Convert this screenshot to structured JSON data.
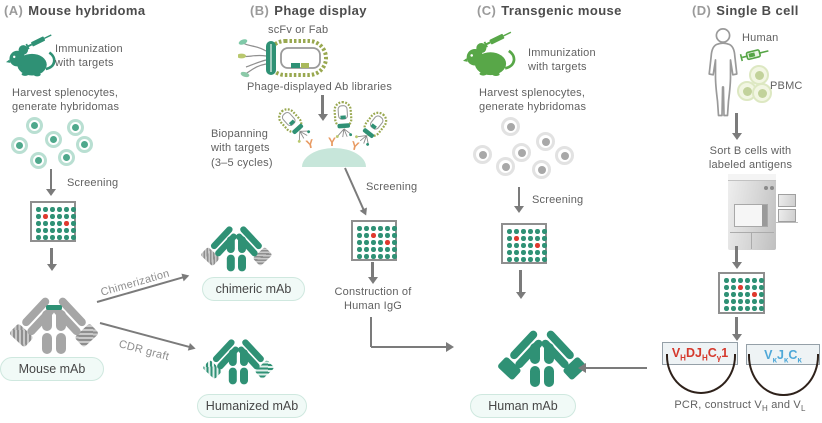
{
  "palette": {
    "teal": "#2f9175",
    "green_mouse": "#58a748",
    "arrow_gray": "#7b7b7b",
    "red_well": "#e0392e",
    "box_red_text": "#d5382c",
    "box_blue_text": "#4fa8d8",
    "pill_bg": "#f1faf7",
    "pill_border": "#cfe8df",
    "olive": "#99a850",
    "dome": "#c7e6da",
    "title_text": "#4c4c4c",
    "body_text": "#616161"
  },
  "a": {
    "prefix": "(A)",
    "title": "Mouse hybridoma",
    "immunization_l1": "Immunization",
    "immunization_l2": "with targets",
    "harvest_l1": "Harvest splenocytes,",
    "harvest_l2": "generate hybridomas",
    "screening": "Screening",
    "chimerization_label": "Chimerization",
    "cdr_graft_label": "CDR graft",
    "result": "Mouse mAb"
  },
  "b": {
    "prefix": "(B)",
    "title": "Phage display",
    "scfv": "scFv or Fab",
    "libraries": "Phage-displayed Ab libraries",
    "biopanning_l1": "Biopanning",
    "biopanning_l2": "with targets",
    "biopanning_l3": "(3–5 cycles)",
    "screening": "Screening",
    "antigen_glyph": "Y",
    "construction_l1": "Construction of",
    "construction_l2": "Human IgG",
    "chimeric": "chimeric mAb",
    "humanized": "Humanized mAb"
  },
  "c": {
    "prefix": "(C)",
    "title": "Transgenic mouse",
    "immunization_l1": "Immunization",
    "immunization_l2": "with targets",
    "harvest_l1": "Harvest splenocytes,",
    "harvest_l2": "generate hybridomas",
    "screening": "Screening",
    "result": "Human mAb"
  },
  "d": {
    "prefix": "(D)",
    "title": "Single B cell",
    "human": "Human",
    "pbmc": "PBMC",
    "sort_l1": "Sort B cells with",
    "sort_l2": "labeled antigens",
    "box1": {
      "p1": "V",
      "s1": "H",
      "p2": "DJ",
      "s2": "H",
      "p3": "C",
      "s3": "γ",
      "p4": "1"
    },
    "box2": {
      "p1": "V",
      "s1": "κ",
      "p2": "J",
      "s2": "κ",
      "p3": "C",
      "s3": "κ"
    },
    "pcr": {
      "p1": "PCR, construct V",
      "s1": "H",
      "p2": " and V",
      "s2": "L"
    }
  },
  "plates": {
    "a": {
      "rows": 5,
      "cols": 6,
      "red": [
        7,
        16
      ]
    },
    "b": {
      "rows": 5,
      "cols": 6,
      "red": [
        8,
        16
      ]
    },
    "c": {
      "rows": 5,
      "cols": 6,
      "red": [
        7,
        16
      ]
    },
    "d": {
      "rows": 5,
      "cols": 6,
      "red": [
        8,
        16
      ]
    }
  }
}
